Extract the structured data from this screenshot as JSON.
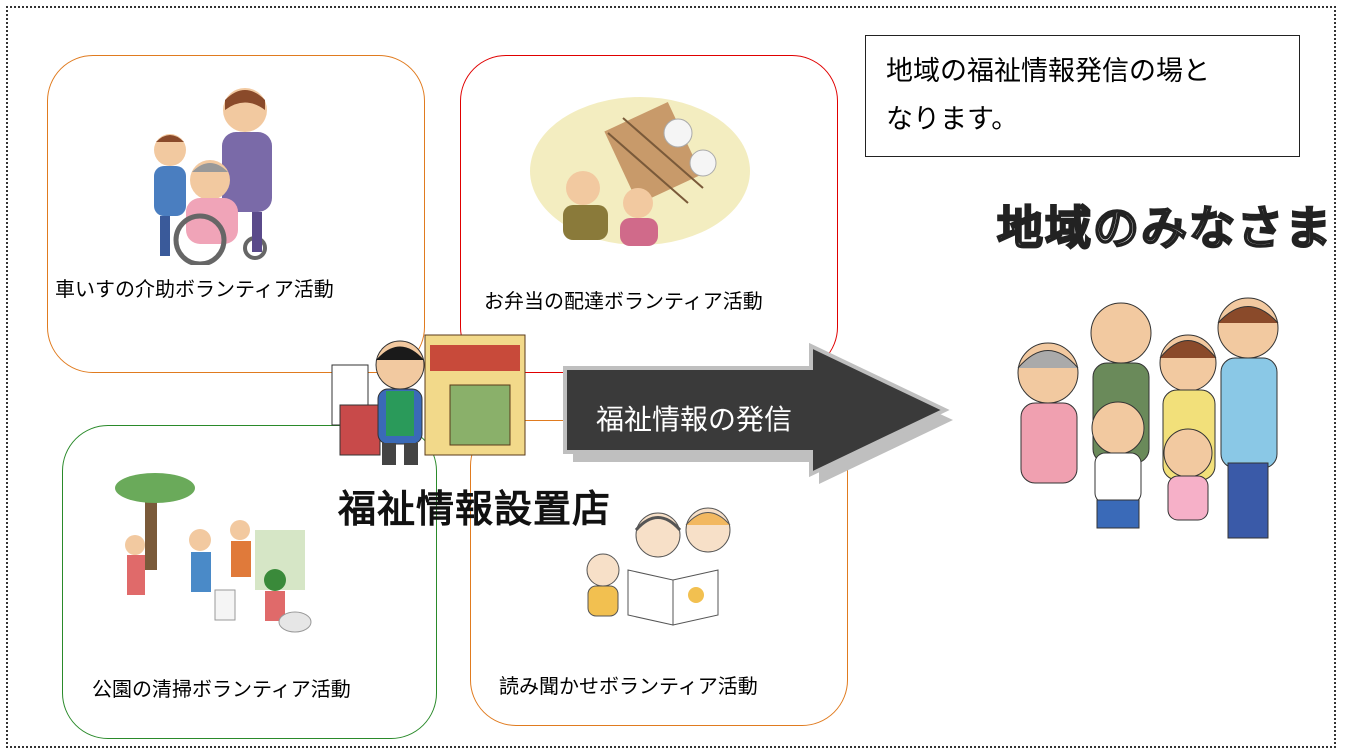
{
  "callout": {
    "line1": "地域の福祉情報発信の場と",
    "line2": "なります。"
  },
  "community_title": "地域のみなさま",
  "store_label": "福祉情報設置店",
  "arrow_label": "福祉情報の発信",
  "activities": [
    {
      "label": "車いすの介助ボランティア活動",
      "border_color": "#e07b1f"
    },
    {
      "label": "お弁当の配達ボランティア活動",
      "border_color": "#e00000"
    },
    {
      "label": "公園の清掃ボランティア活動",
      "border_color": "#2a8a2a"
    },
    {
      "label": "読み聞かせボランティア活動",
      "border_color": "#e07b1f"
    }
  ],
  "pictures": {
    "wheelchair": "wheelchair-volunteer-illustration",
    "bento": "lunchbox-delivery-illustration",
    "cleaning": "park-cleaning-illustration",
    "reading": "storytelling-illustration",
    "store": "shopkeeper-store-illustration",
    "family": "community-family-illustration"
  },
  "colors": {
    "arrow_fill": "#3a3a3a",
    "arrow_outline": "#bfbfbf"
  }
}
